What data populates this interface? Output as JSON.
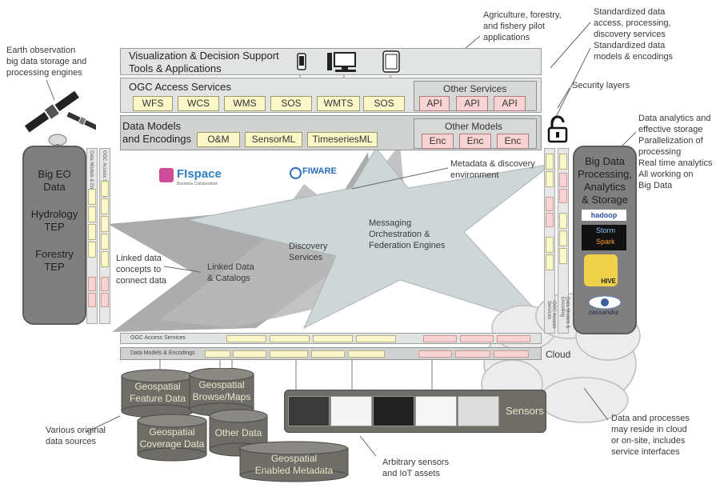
{
  "notes": {
    "earth_observation": [
      "Earth observation",
      "big data storage and",
      "processing engines"
    ],
    "agriculture": [
      "Agriculture, forestry,",
      "and fishery pilot",
      "applications"
    ],
    "standardized": [
      "Standardized data",
      "access, processing,",
      "discovery services",
      "Standardized data",
      "models & encodings"
    ],
    "security": "Security layers",
    "analytics": [
      "Data analytics and",
      "effective storage",
      "Parallelization of",
      "processing",
      "Real time analytics",
      "All working on",
      "Big Data"
    ],
    "metadata_discovery": [
      "Metadata & discovery",
      "environment"
    ],
    "messaging": [
      "Messaging",
      "Orchestration &",
      "Federation Engines"
    ],
    "discovery": [
      "Discovery",
      "Services"
    ],
    "linked_data_catalogs": [
      "Linked Data",
      "& Catalogs"
    ],
    "linked_data_concepts": [
      "Linked data",
      "concepts to",
      "connect data"
    ],
    "cloud": "Cloud",
    "data_sources": [
      "Various original",
      "data sources"
    ],
    "sensors_iot": [
      "Arbitrary sensors",
      "and IoT assets"
    ],
    "processes": [
      "Data and processes",
      "may reside in cloud",
      "or on-site, includes",
      "service interfaces"
    ]
  },
  "layers": {
    "viz": [
      "Visualization & Decision Support",
      "Tools & Applications"
    ],
    "ogc_title": "OGC Access Services",
    "ogc_chips": [
      "WFS",
      "WCS",
      "WMS",
      "SOS",
      "WMTS",
      "SOS"
    ],
    "other_services_title": "Other Services",
    "api_chips": [
      "API",
      "API",
      "API"
    ],
    "data_models": [
      "Data Models",
      "and Encodings"
    ],
    "dm_chips": [
      "O&M",
      "SensorML",
      "TimeseriesML"
    ],
    "other_models_title": "Other Models",
    "enc_chips": [
      "Enc",
      "Enc",
      "Enc"
    ],
    "ogc_small": "OGC Access Services",
    "dm_small": "Data Models & Encodings"
  },
  "left_box": [
    "Big EO",
    "Data",
    "Hydrology",
    "TEP",
    "Forestry",
    "TEP"
  ],
  "right_box": [
    "Big Data",
    "Processing,",
    "Analytics",
    "& Storage"
  ],
  "logos": {
    "fispace": "FIspace",
    "fispace_sub": "Business Collaboration",
    "fiware": "FIWARE",
    "hadoop": "hadoop",
    "storm": "Storm",
    "spark": "Spark",
    "hive": "HIVE",
    "cassandra": "cassandra"
  },
  "vertical_labels": {
    "left_a": "Data Models & Encoding",
    "left_b": "OGC Access Services",
    "right_a": "OGC Access Services",
    "right_b": "Data Models & Encoding"
  },
  "cylinders": {
    "feature": [
      "Geospatial",
      "Feature Data"
    ],
    "browse": [
      "Geospatial",
      "Browse/Maps"
    ],
    "coverage": [
      "Geospatial",
      "Coverage Data"
    ],
    "other": "Other Data",
    "metadata": [
      "Geospatial",
      "Enabled Metadata"
    ]
  },
  "sensors_label": "Sensors",
  "icons": [
    "satellite-icon",
    "phone-icon",
    "desktop-icon",
    "tablet-icon",
    "lock-icon",
    "antenna-icon"
  ],
  "colors": {
    "chip_yellow": "#fbf7c8",
    "chip_red": "#f8d3d3",
    "layer_gray": "#e2e4e3",
    "store_dark": "#6f6d68",
    "store_text": "#e9e5c8"
  }
}
